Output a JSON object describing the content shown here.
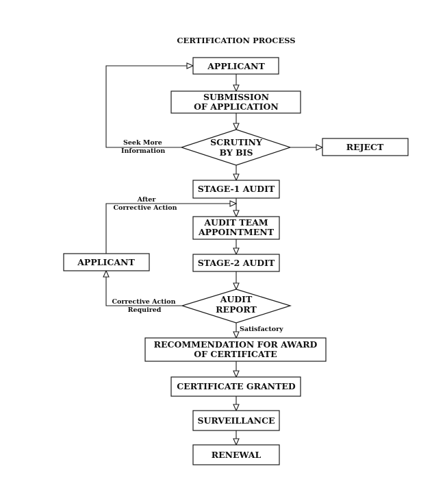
{
  "title": "CERTIFICATION PROCESS",
  "nodes": {
    "applicant_top": [
      "APPLICANT"
    ],
    "submission": [
      "SUBMISSION",
      "OF APPLICATION"
    ],
    "scrutiny": [
      "SCRUTINY",
      "BY BIS"
    ],
    "reject": [
      "REJECT"
    ],
    "stage1": [
      "STAGE-1 AUDIT"
    ],
    "audit_team": [
      "AUDIT TEAM",
      "APPOINTMENT"
    ],
    "applicant_left": [
      "APPLICANT"
    ],
    "stage2": [
      "STAGE-2 AUDIT"
    ],
    "audit_report": [
      "AUDIT",
      "REPORT"
    ],
    "recommendation": [
      "RECOMMENDATION FOR AWARD",
      "OF CERTIFICATE"
    ],
    "granted": [
      "CERTIFICATE GRANTED"
    ],
    "surveillance": [
      "SURVEILLANCE"
    ],
    "renewal": [
      "RENEWAL"
    ]
  },
  "edge_labels": {
    "seek_more": [
      "Seek More",
      "Information"
    ],
    "after_corrective": [
      "After",
      "Corrective Action"
    ],
    "corrective_required": [
      "Corrective Action",
      "Required"
    ],
    "satisfactory": "Satisfactory"
  }
}
